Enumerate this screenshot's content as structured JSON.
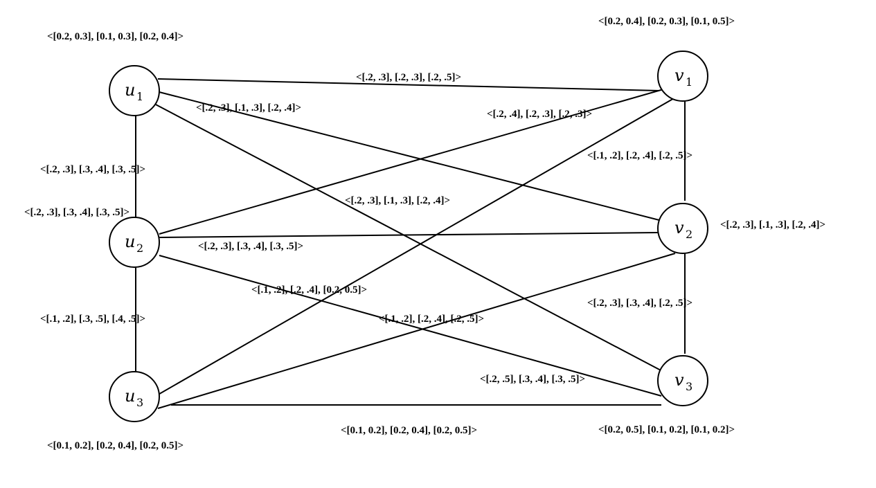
{
  "nodes": {
    "u1": {
      "letter": "u",
      "sub": "1",
      "label": "<[0.2, 0.3], [0.1, 0.3], [0.2, 0.4]>"
    },
    "u2": {
      "letter": "u",
      "sub": "2",
      "label": "<[.2, .3], [.3, .4], [.3, .5]>"
    },
    "u3": {
      "letter": "u",
      "sub": "3",
      "label": "<[0.1, 0.2], [0.2, 0.4], [0.2, 0.5]>"
    },
    "v1": {
      "letter": "v",
      "sub": "1",
      "label": "<[0.2, 0.4], [0.2, 0.3], [0.1, 0.5]>"
    },
    "v2": {
      "letter": "v",
      "sub": "2",
      "label": "<[.2, .3], [.1, .3], [.2, .4]>"
    },
    "v3": {
      "letter": "v",
      "sub": "3",
      "label": "<[0.2, 0.5], [0.1, 0.2], [0.1, 0.2]>"
    }
  },
  "edges": {
    "u1_v1": "<[.2, .3], [.2, .3], [.2, .5]>",
    "u1_v2": "<[.2, .3], [.1, .3], [.2, .4]>",
    "u1_u2": "<[.2, .3], [.3, .4], [.3, .5]>",
    "u1_v3": "<[.2, .3], [.1, .3], [.2, .4]>",
    "u2_v1": "<[.2, .4], [.2, .3], [.2, .3]>",
    "u2_v2": "<[.2, .3], [.3, .4], [.3, .5]>",
    "u2_v3": "<[.1, .2], [.2, .4], [.2, .5]>",
    "u2_u3": "<[.1, .2], [.3, .5], [.4, .5]>",
    "u3_v1": "<[.1, .2], [.2, .4], [0.2, 0.5]>",
    "u3_v2": "<[.2, .5], [.3, .4], [.3, .5]>",
    "u3_v3": "<[0.1, 0.2], [0.2, 0.4], [0.2, 0.5]>",
    "v1_v2": "<[.1, .2], [.2, .4], [.2, .5]>",
    "v2_v3": "<[.2, .3], [.3, .4], [.2, .5]>"
  }
}
